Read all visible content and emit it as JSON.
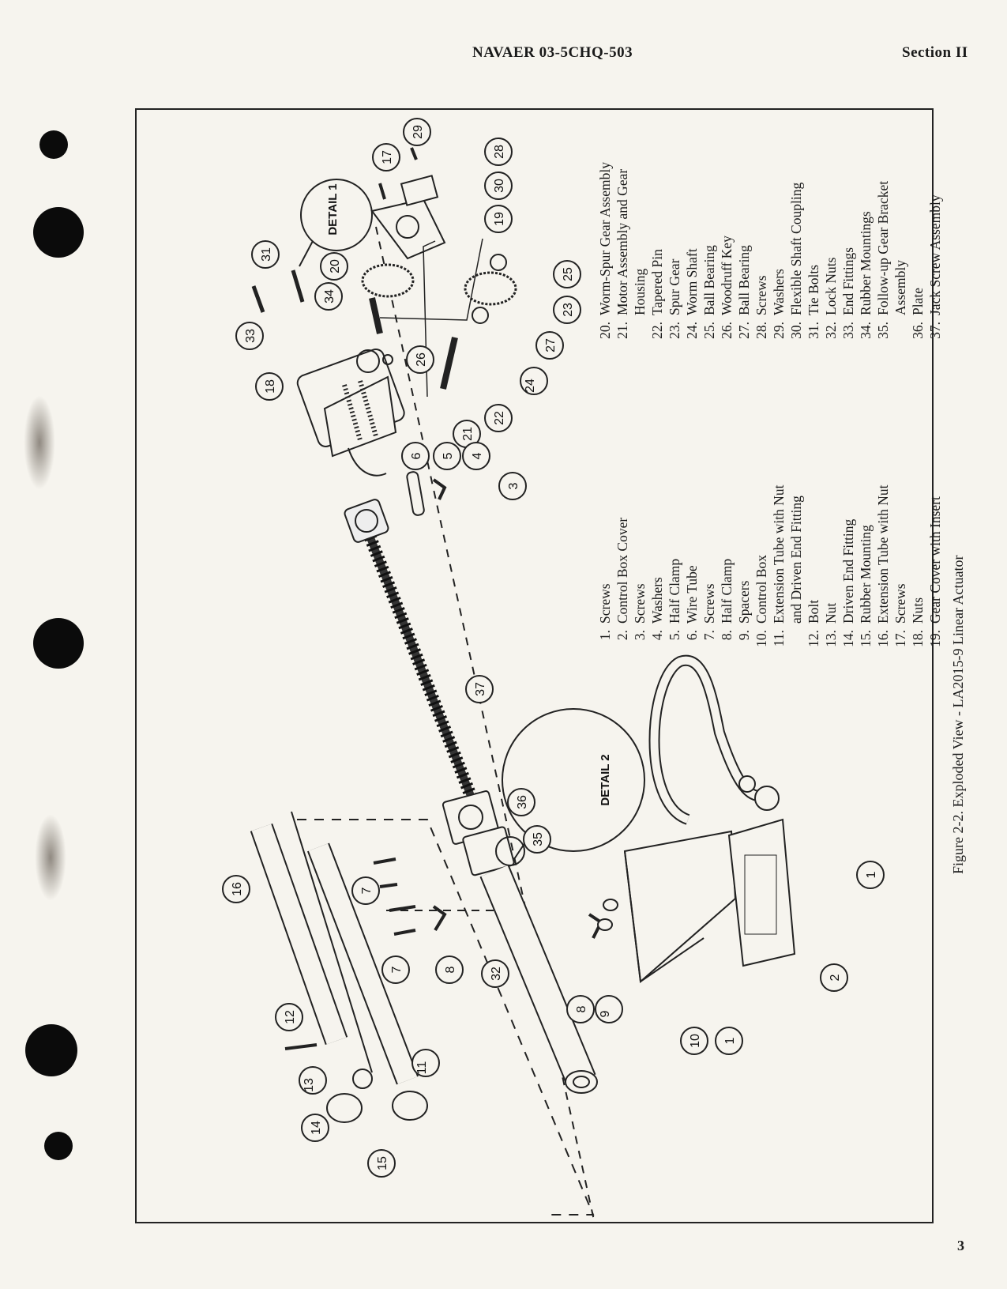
{
  "header": {
    "doc_number": "NAVAER 03-5CHQ-503",
    "section": "Section II"
  },
  "page_number": "3",
  "figure": {
    "caption": "Figure 2-2. Exploded View - LA2015-9 Linear Actuator",
    "detail_1_label": "DETAIL 1",
    "detail_2_label": "DETAIL 2",
    "callouts": [
      "31",
      "34",
      "33",
      "18",
      "20",
      "21",
      "29",
      "28",
      "17",
      "30",
      "19",
      "25",
      "23",
      "27",
      "24",
      "26",
      "22",
      "6",
      "5",
      "4",
      "3",
      "37",
      "36",
      "35",
      "7",
      "32",
      "16",
      "8",
      "9",
      "10",
      "1",
      "2",
      "12",
      "13",
      "14",
      "15",
      "11"
    ]
  },
  "legend_left": [
    {
      "n": "1.",
      "t": "Screws"
    },
    {
      "n": "2.",
      "t": "Control Box Cover"
    },
    {
      "n": "3.",
      "t": "Screws"
    },
    {
      "n": "4.",
      "t": "Washers"
    },
    {
      "n": "5.",
      "t": "Half Clamp"
    },
    {
      "n": "6.",
      "t": "Wire Tube"
    },
    {
      "n": "7.",
      "t": "Screws"
    },
    {
      "n": "8.",
      "t": "Half Clamp"
    },
    {
      "n": "9.",
      "t": "Spacers"
    },
    {
      "n": "10.",
      "t": "Control Box"
    },
    {
      "n": "11.",
      "t": "Extension Tube with Nut"
    },
    {
      "n": "",
      "t": "and Driven End Fitting"
    },
    {
      "n": "12.",
      "t": "Bolt"
    },
    {
      "n": "13.",
      "t": "Nut"
    },
    {
      "n": "14.",
      "t": "Driven End Fitting"
    },
    {
      "n": "15.",
      "t": "Rubber Mounting"
    },
    {
      "n": "16.",
      "t": "Extension Tube with Nut"
    },
    {
      "n": "17.",
      "t": "Screws"
    },
    {
      "n": "18.",
      "t": "Nuts"
    },
    {
      "n": "19.",
      "t": "Gear Cover with Insert"
    }
  ],
  "legend_right": [
    {
      "n": "20.",
      "t": "Worm-Spur Gear Assembly"
    },
    {
      "n": "21.",
      "t": "Motor Assembly and Gear"
    },
    {
      "n": "",
      "t": "Housing"
    },
    {
      "n": "22.",
      "t": "Tapered Pin"
    },
    {
      "n": "23.",
      "t": "Spur Gear"
    },
    {
      "n": "24.",
      "t": "Worm Shaft"
    },
    {
      "n": "25.",
      "t": "Ball Bearing"
    },
    {
      "n": "26.",
      "t": "Woodruff Key"
    },
    {
      "n": "27.",
      "t": "Ball Bearing"
    },
    {
      "n": "28.",
      "t": "Screws"
    },
    {
      "n": "29.",
      "t": "Washers"
    },
    {
      "n": "30.",
      "t": "Flexible Shaft Coupling"
    },
    {
      "n": "31.",
      "t": "Tie Bolts"
    },
    {
      "n": "32.",
      "t": "Lock Nuts"
    },
    {
      "n": "33.",
      "t": "End Fittings"
    },
    {
      "n": "34.",
      "t": "Rubber Mountings"
    },
    {
      "n": "35.",
      "t": "Follow-up Gear Bracket"
    },
    {
      "n": "",
      "t": "Assembly"
    },
    {
      "n": "36.",
      "t": "Plate"
    },
    {
      "n": "37.",
      "t": "Jack Screw Assembly"
    }
  ]
}
